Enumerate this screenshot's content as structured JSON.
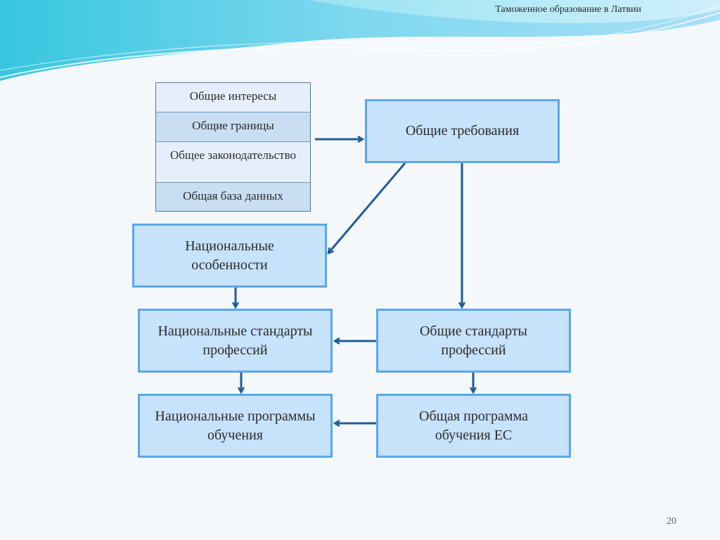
{
  "header": {
    "title": "Таможенное образование в Латвии"
  },
  "page": {
    "number": "20"
  },
  "diagram": {
    "common_list": [
      "Общие интересы",
      "Общие границы",
      "Общее законодательство",
      "Общая база данных"
    ],
    "boxes": {
      "common_requirements": "Общие требования",
      "national_features": "Национальные особенности",
      "national_standards": "Национальные стандарты профессий",
      "common_standards": "Общие стандарты профессий",
      "national_programs": "Национальные программы обучения",
      "common_program": "Общая программа обучения ЕС"
    },
    "colors": {
      "arrow": "#1f5c99",
      "box_fill": "#c7e2fb",
      "box_border": "#5aa7e8"
    }
  }
}
